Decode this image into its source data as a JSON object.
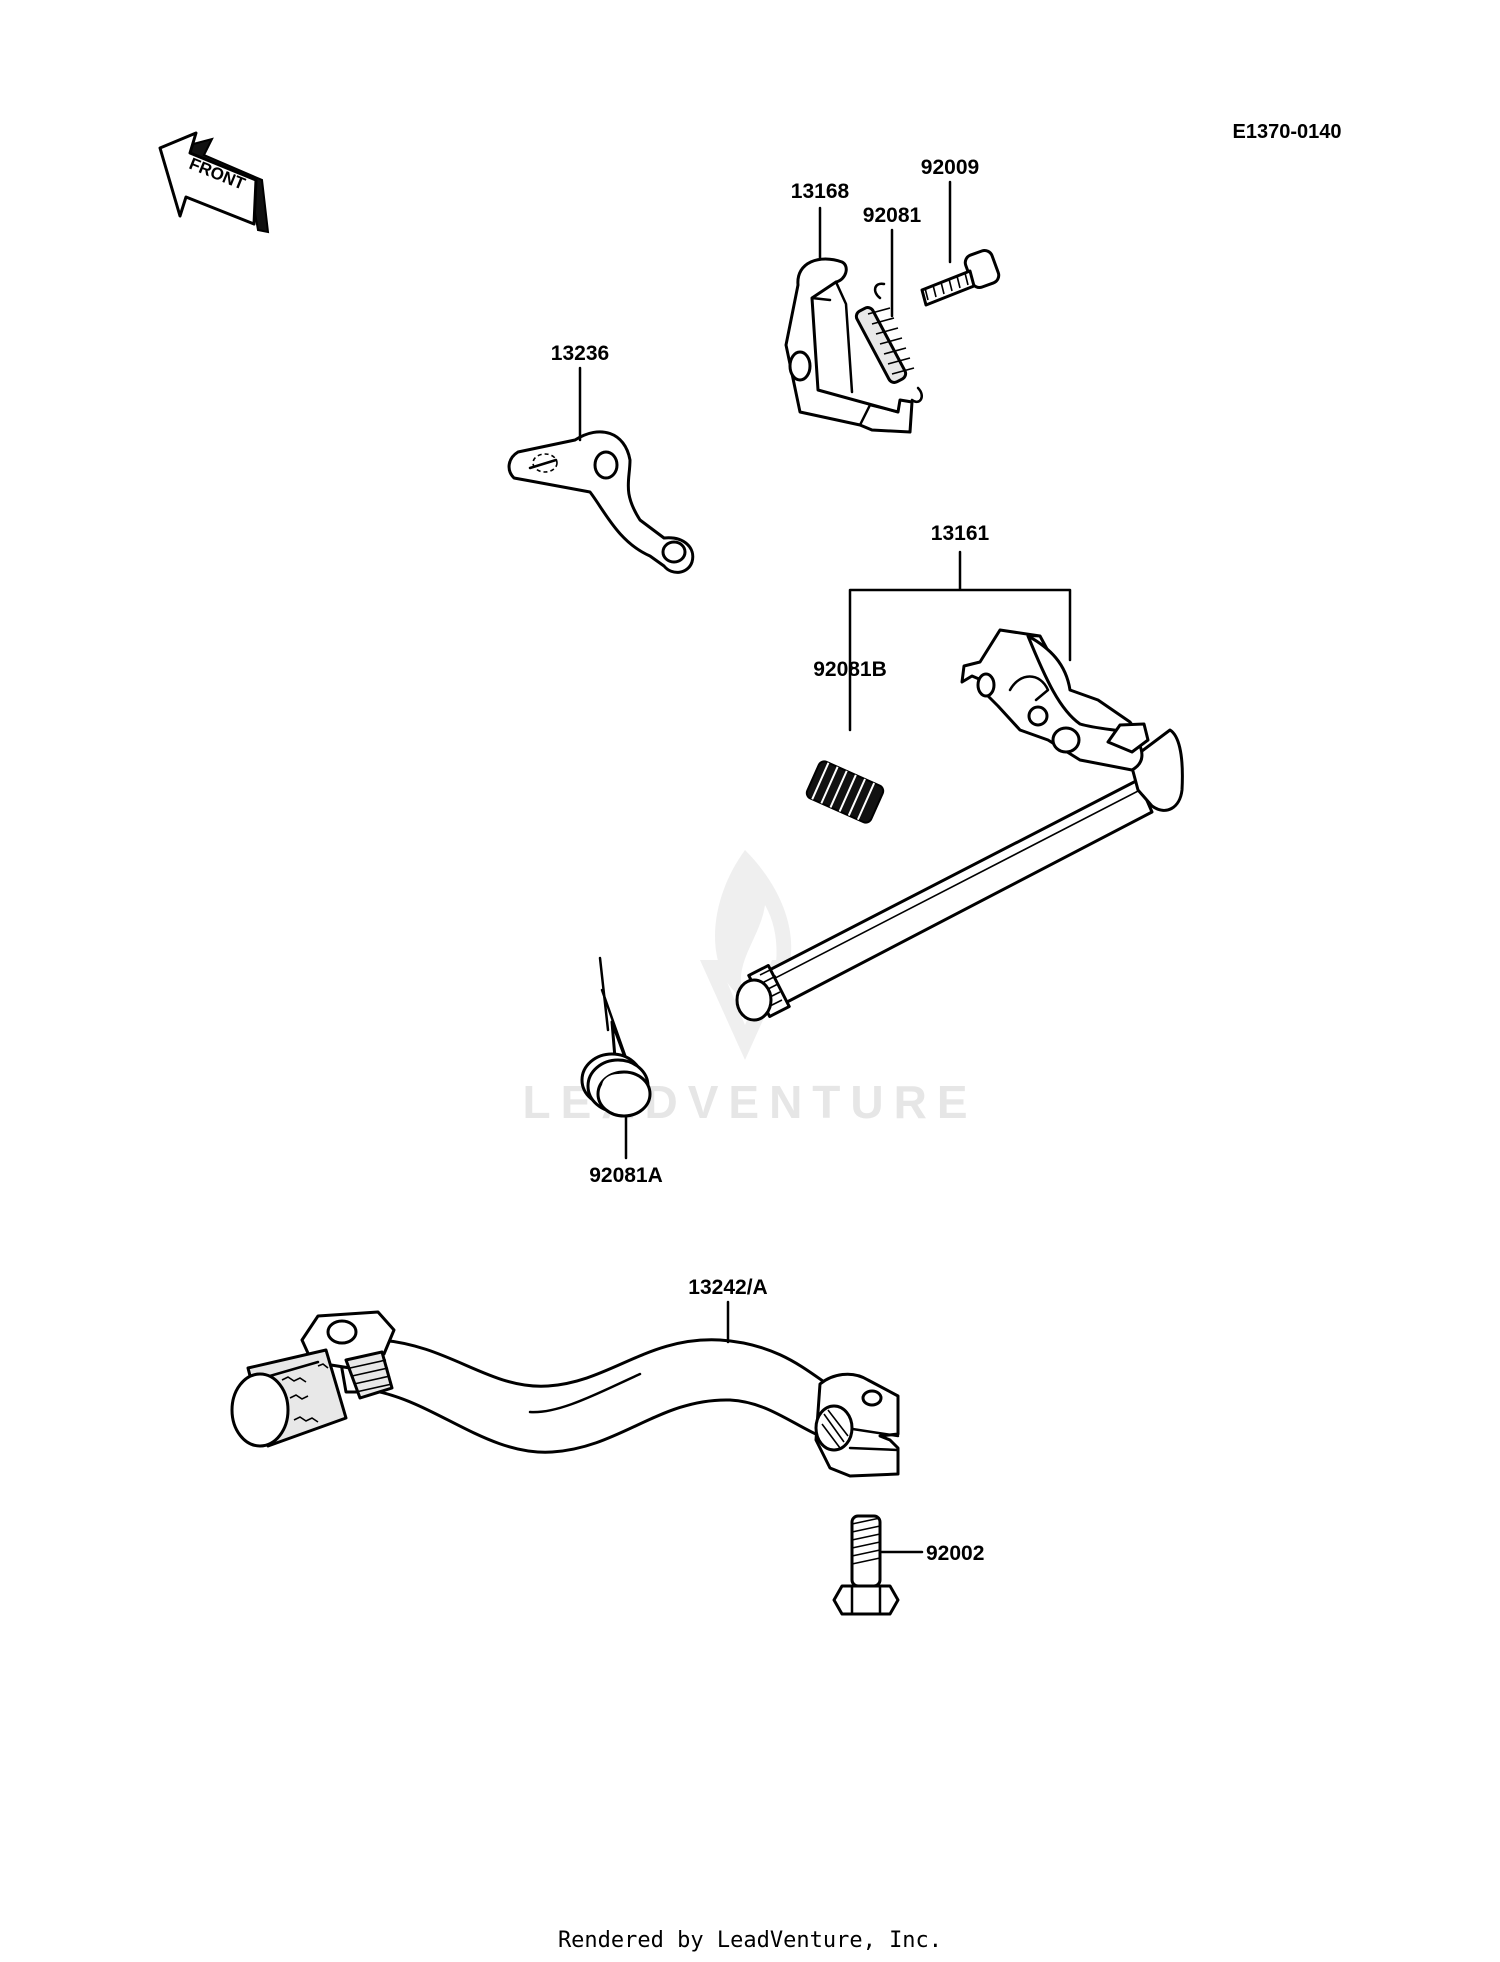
{
  "diagram_ref": "E1370-0140",
  "front_label": "FRONT",
  "watermark": "LEADVENTURE",
  "footer": "Rendered by LeadVenture, Inc.",
  "parts": [
    {
      "id": "p13168",
      "number": "13168"
    },
    {
      "id": "p92009",
      "number": "92009"
    },
    {
      "id": "p92081",
      "number": "92081"
    },
    {
      "id": "p13236",
      "number": "13236"
    },
    {
      "id": "p13161",
      "number": "13161"
    },
    {
      "id": "p92081B",
      "number": "92081B"
    },
    {
      "id": "p92081A",
      "number": "92081A"
    },
    {
      "id": "p13242A",
      "number": "13242/A"
    },
    {
      "id": "p92002",
      "number": "92002"
    }
  ]
}
